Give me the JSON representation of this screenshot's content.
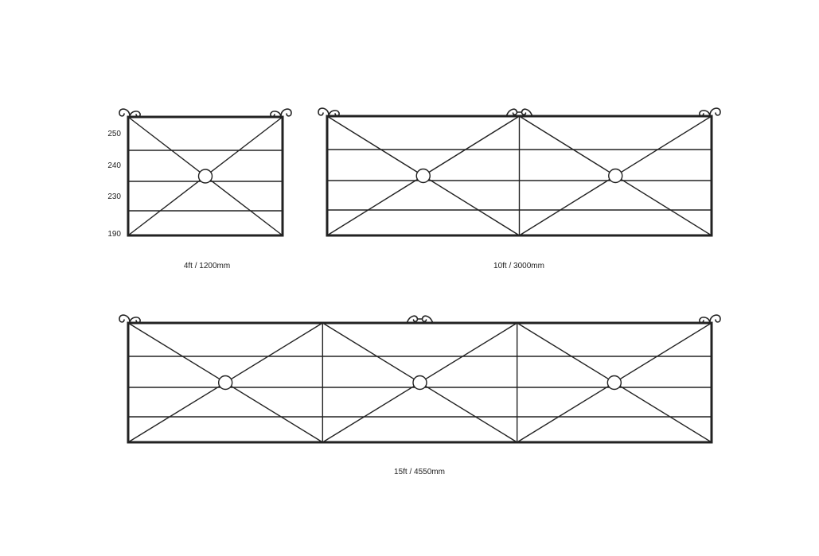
{
  "colors": {
    "line": "#222222",
    "background": "#ffffff"
  },
  "scale_labels": [
    "250",
    "240",
    "230",
    "190"
  ],
  "gates": [
    {
      "id": "gate-4ft",
      "label": "4ft / 1200mm",
      "sections": 1
    },
    {
      "id": "gate-10ft",
      "label": "10ft / 3000mm",
      "sections": 2
    },
    {
      "id": "gate-15ft",
      "label": "15ft / 4550mm",
      "sections": 3
    }
  ]
}
